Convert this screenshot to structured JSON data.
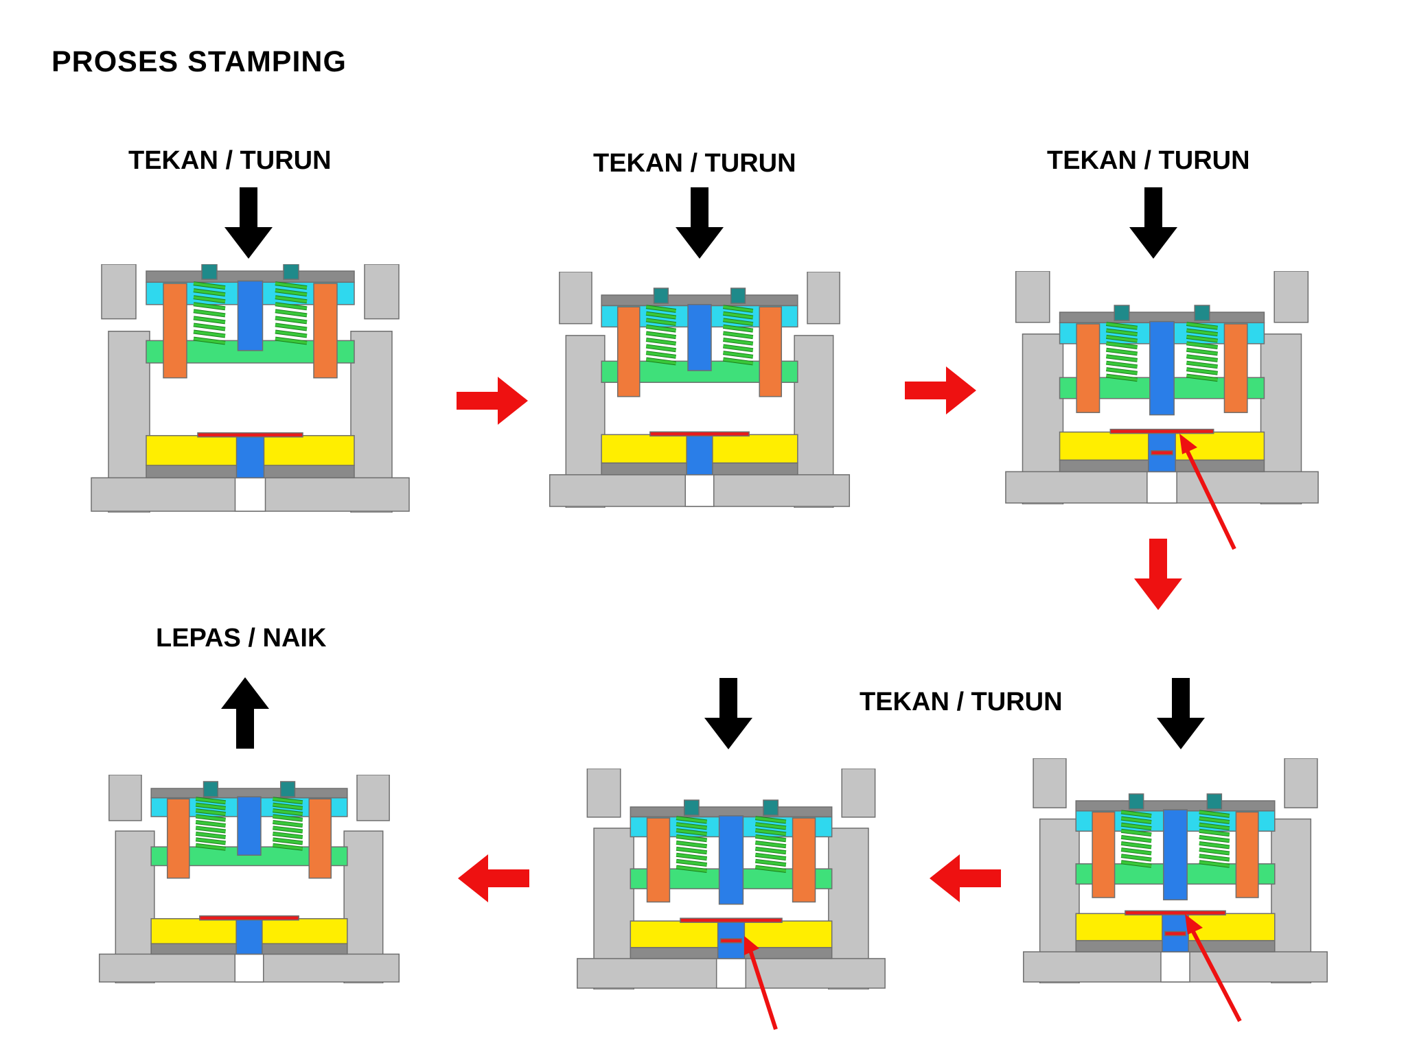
{
  "title": "PROSES  STAMPING",
  "labels": {
    "press_1": "TEKAN / TURUN",
    "press_2": "TEKAN / TURUN",
    "press_3": "TEKAN / TURUN",
    "press_4": "TEKAN / TURUN",
    "release": "LEPAS / NAIK"
  },
  "colors": {
    "frame": "#c4c4c4",
    "frame_stroke": "#6e6e6e",
    "plate_dark": "#8a8a8a",
    "guide_pin": "#f07a3a",
    "spring": "#39c83a",
    "punch": "#2a7ee8",
    "stripper": "#3fe07a",
    "die": "#ffee00",
    "backing": "#2fd8ee",
    "bolt": "#1f8a8a",
    "workpiece": "#e81b1b",
    "flow_arrow": "#ee1111",
    "press_arrow": "#000000"
  },
  "icons": {
    "press_down": "arrow-down-icon",
    "release_up": "arrow-up-icon",
    "flow": "flow-arrow-icon",
    "pointer": "pointer-arrow-icon"
  }
}
